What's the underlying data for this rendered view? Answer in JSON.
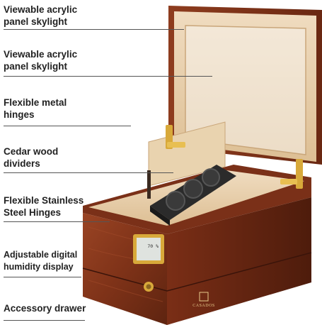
{
  "callouts": [
    {
      "line1": "Viewable acrylic",
      "line2": "panel skylight"
    },
    {
      "line1": "Viewable acrylic",
      "line2": "panel skylight"
    },
    {
      "line1": "Flexible metal",
      "line2": "hinges"
    },
    {
      "line1": "Cedar wood",
      "line2": "dividers"
    },
    {
      "line1": "Flexible Stainless",
      "line2": "Steel Hinges"
    },
    {
      "line1": "Adjustable digital",
      "line2": "humidity display"
    },
    {
      "line1": "Accessory drawer",
      "line2": ""
    }
  ],
  "brand": {
    "name": "CASADOS"
  },
  "display": {
    "reading": "70 %"
  },
  "colors": {
    "wood": "#8a3a1e",
    "wood_dark": "#5e2410",
    "cedar": "#e8cfa8",
    "brass": "#d8a93a",
    "humidifier": "#2b2b2b"
  }
}
